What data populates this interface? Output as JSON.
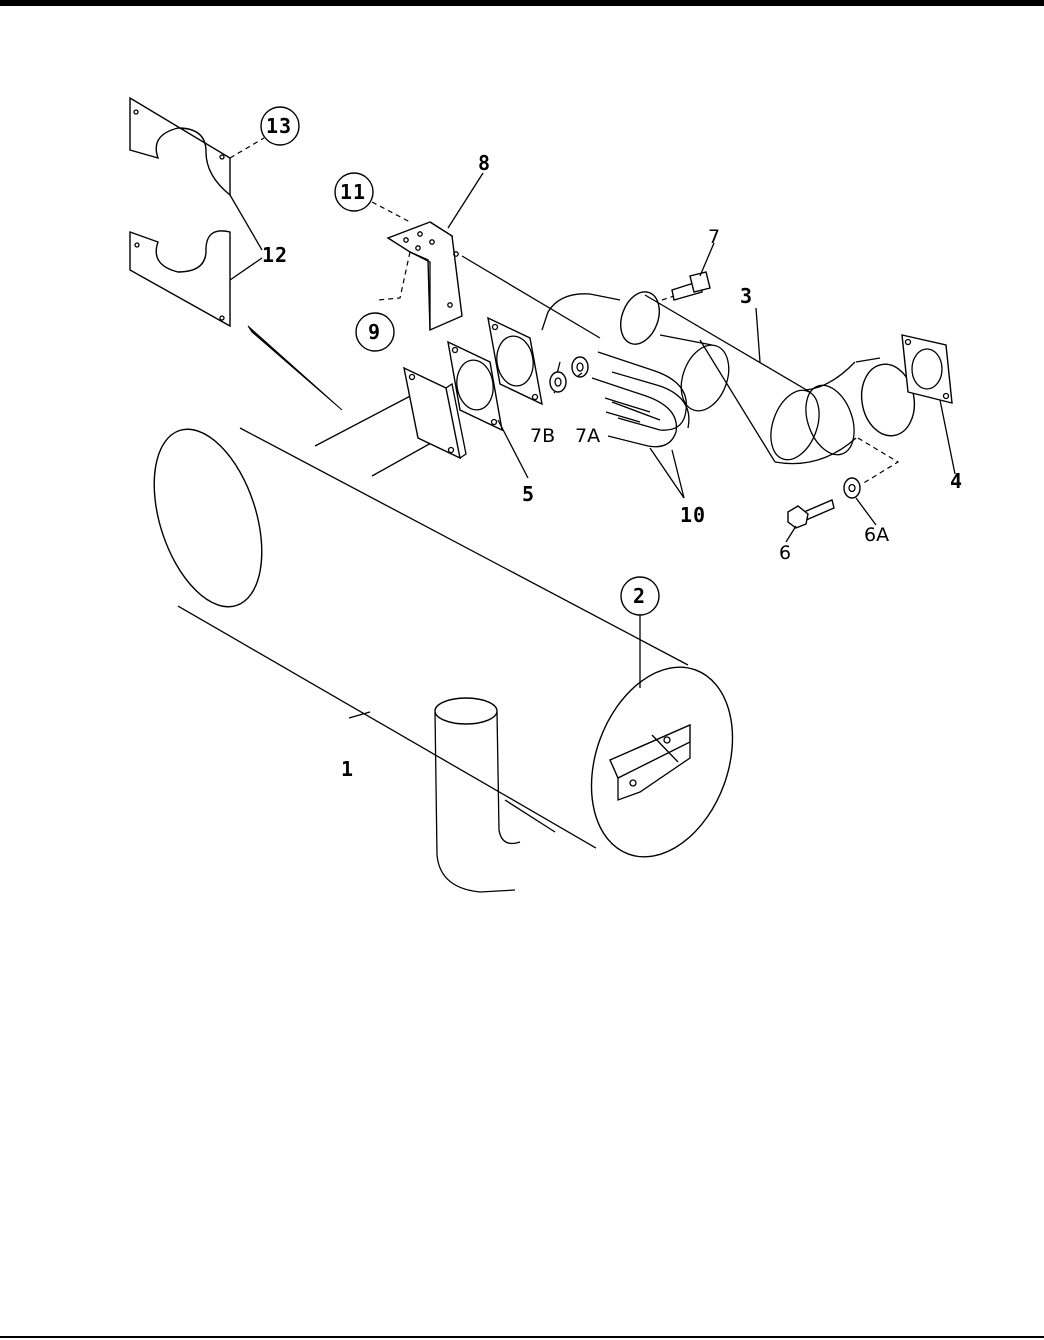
{
  "callouts": {
    "c1": "1",
    "c2": "2",
    "c3": "3",
    "c4": "4",
    "c5": "5",
    "c6": "6",
    "c6a": "6A",
    "c7": "7",
    "c7a": "7A",
    "c7b": "7B",
    "c8": "8",
    "c9": "9",
    "c10": "10",
    "c11": "11",
    "c12": "12",
    "c13": "13"
  }
}
